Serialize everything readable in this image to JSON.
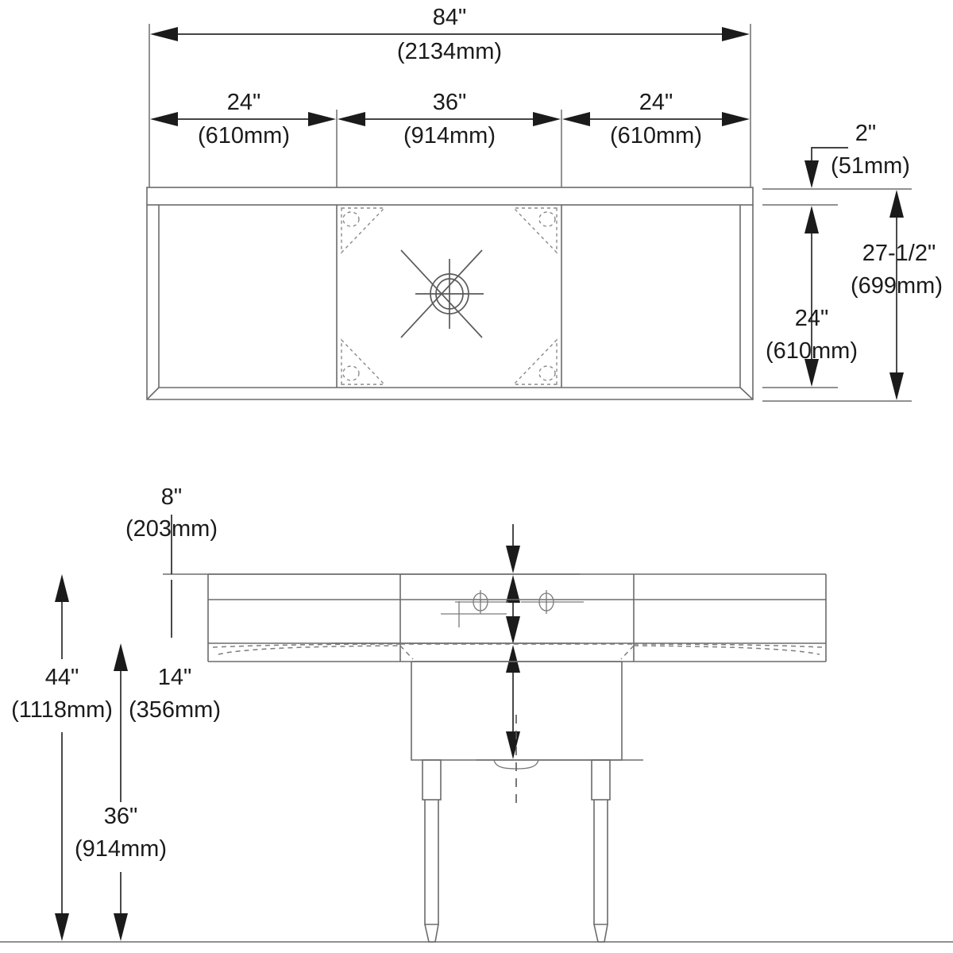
{
  "drawing": {
    "title": "Three Compartment Sink Dimensional Drawing",
    "units_note": "inches with millimeters in parentheses",
    "line_color": "#6b6b6b",
    "dim_color": "#1b1b1b",
    "background": "#ffffff"
  },
  "plan_view": {
    "name": "top-plan-view",
    "overall_width": {
      "imperial": "84\"",
      "metric": "(2134mm)"
    },
    "segments": [
      {
        "id": "left-drainboard",
        "imperial": "24\"",
        "metric": "(610mm)"
      },
      {
        "id": "center-bowl",
        "imperial": "36\"",
        "metric": "(914mm)"
      },
      {
        "id": "right-drainboard",
        "imperial": "24\"",
        "metric": "(610mm)"
      }
    ],
    "backsplash_depth": {
      "imperial": "2\"",
      "metric": "(51mm)"
    },
    "bowl_depth": {
      "imperial": "24\"",
      "metric": "(610mm)"
    },
    "overall_depth": {
      "imperial": "27-1/2\"",
      "metric": "(699mm)"
    }
  },
  "elevation_view": {
    "name": "front-elevation-view",
    "backsplash_height": {
      "imperial": "8\"",
      "metric": "(203mm)"
    },
    "bowl_depth_height": {
      "imperial": "14\"",
      "metric": "(356mm)"
    },
    "overall_height": {
      "imperial": "44\"",
      "metric": "(1118mm)"
    },
    "work_surface_height": {
      "imperial": "36\"",
      "metric": "(914mm)"
    },
    "faucet_holes_count": 2
  }
}
